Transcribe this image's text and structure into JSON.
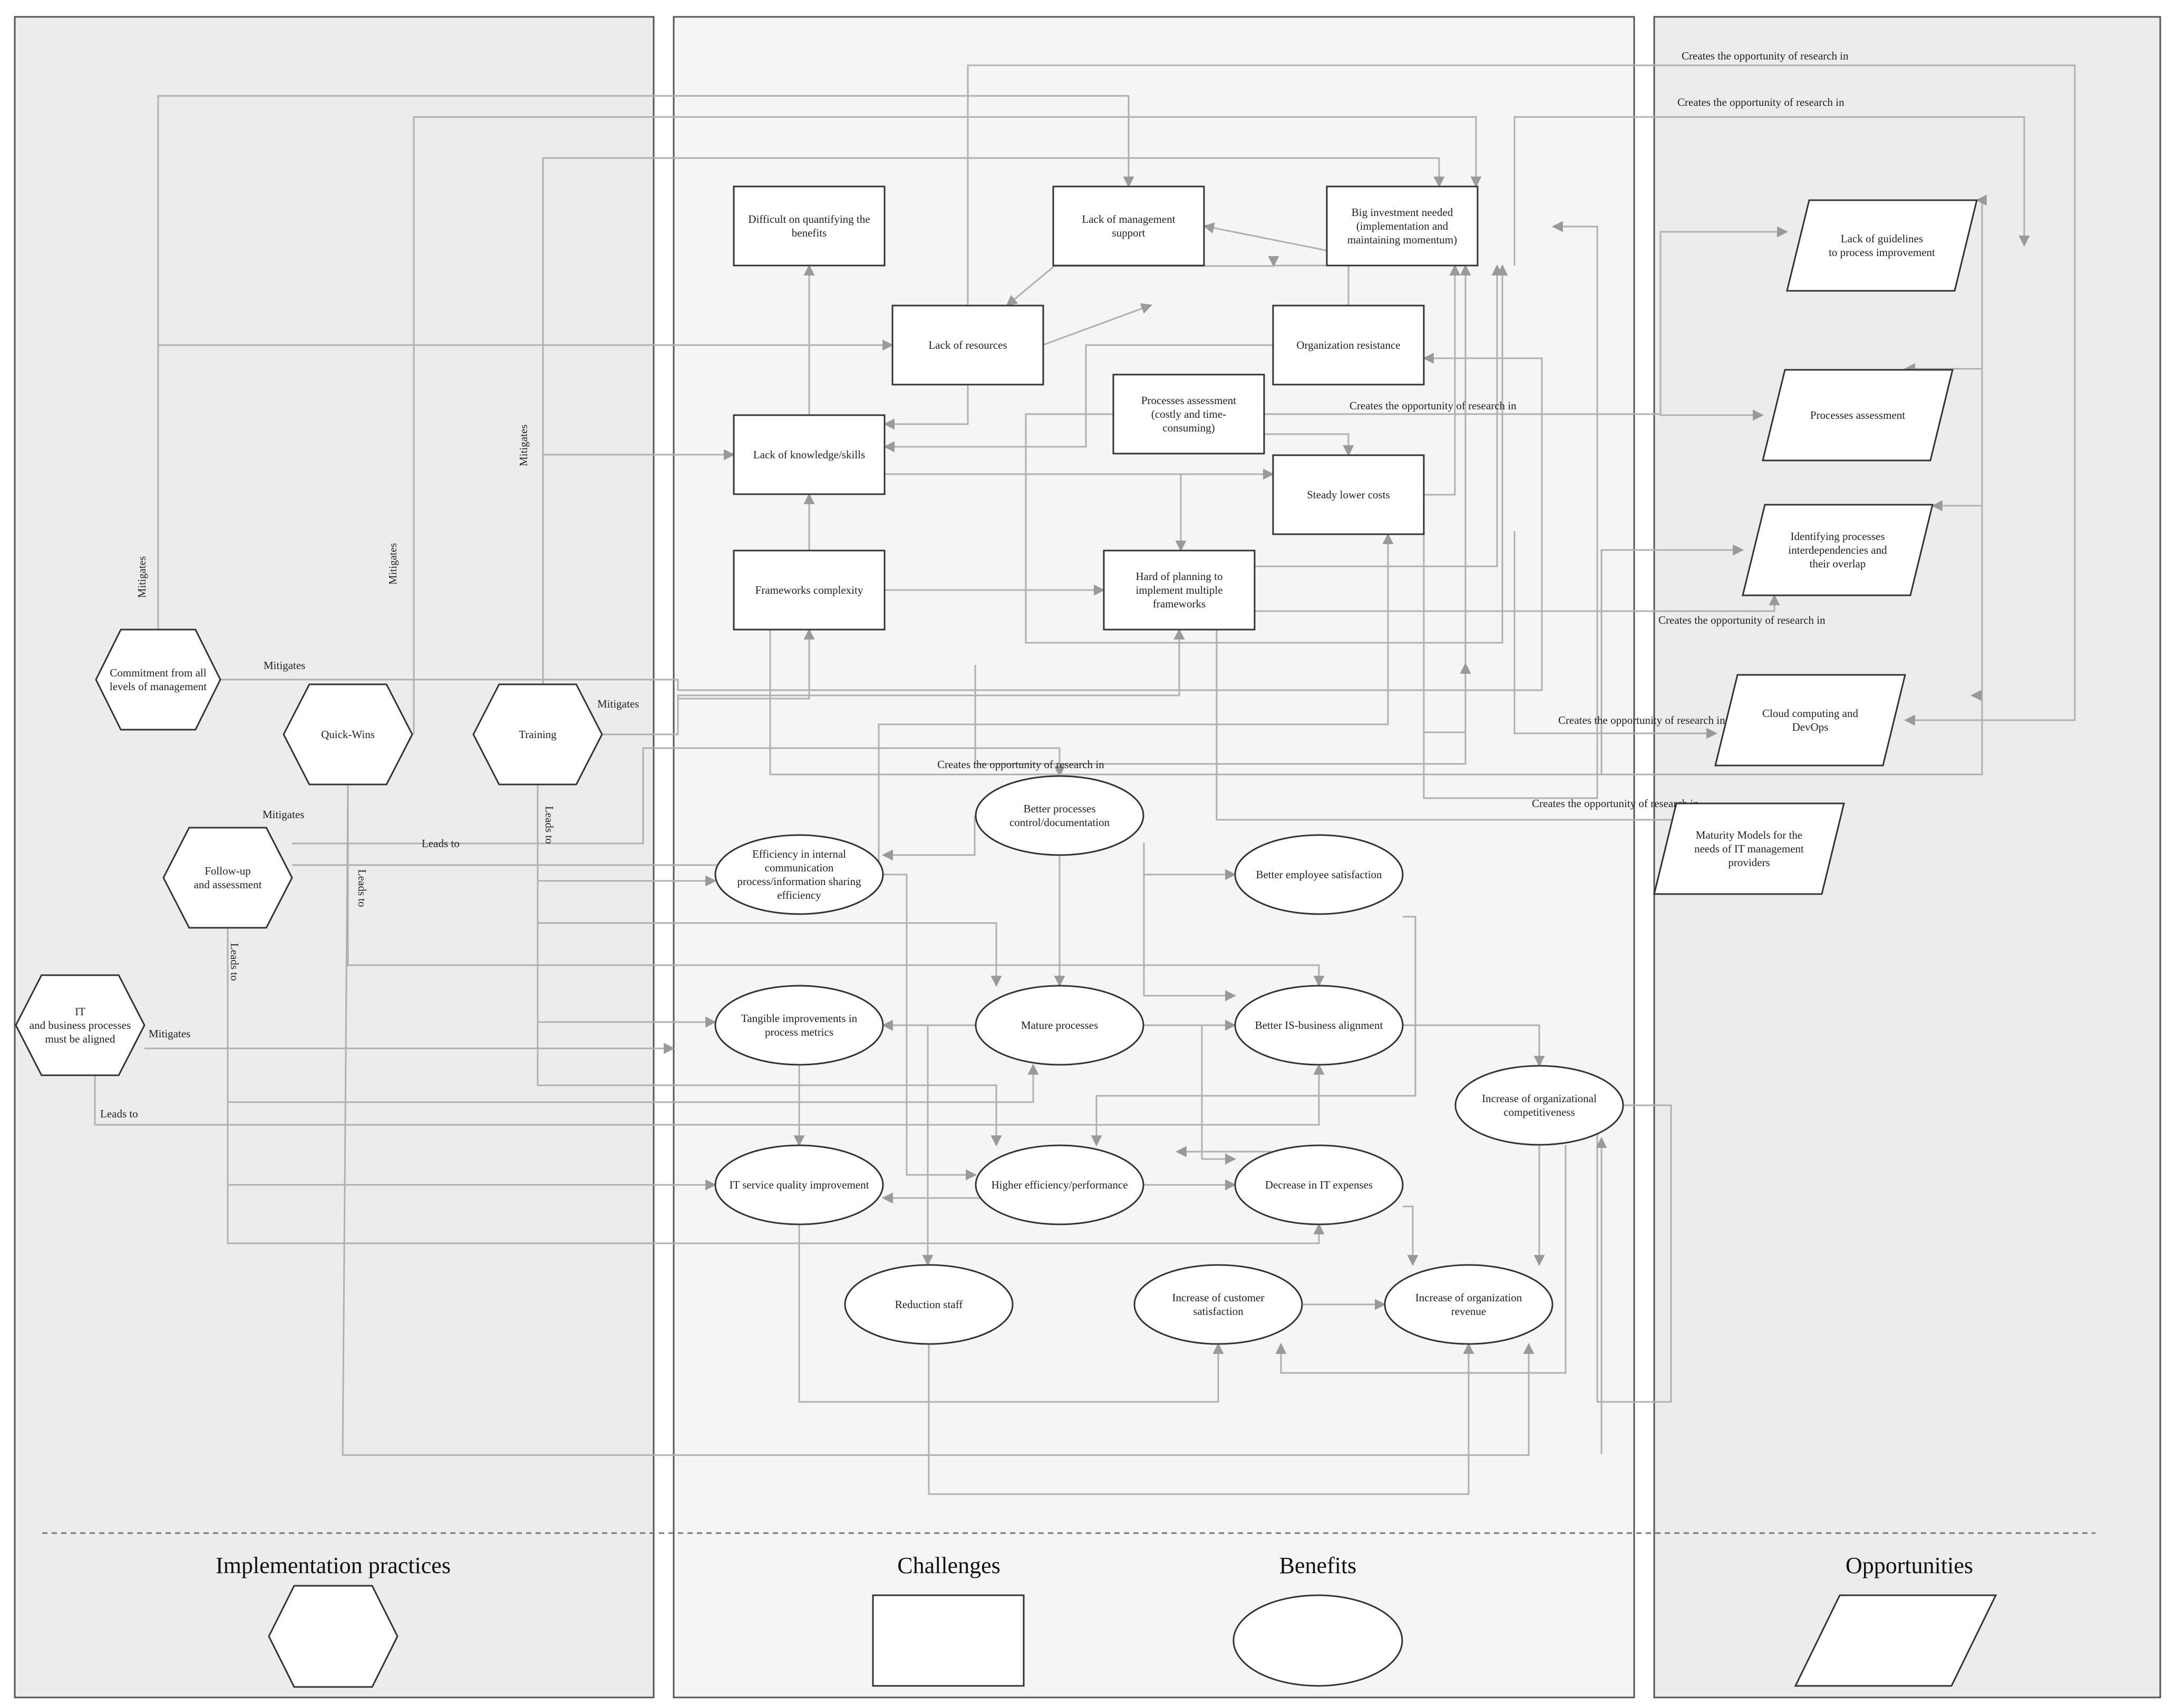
{
  "colors": {
    "panel_left": "#ececec",
    "panel_mid": "#f5f5f5",
    "panel_right": "#ececec",
    "edge": "#b0b0b0",
    "node_border": "#333333"
  },
  "legend": {
    "practices": "Implementation practices",
    "challenges": "Challenges",
    "benefits": "Benefits",
    "opportunities": "Opportunities"
  },
  "nodes": [
    {
      "id": "commitment",
      "type": "hexagon",
      "lines": [
        "Commitment from all",
        "levels of management"
      ]
    },
    {
      "id": "quickwins",
      "type": "hexagon",
      "lines": [
        "Quick-Wins"
      ]
    },
    {
      "id": "training",
      "type": "hexagon",
      "lines": [
        "Training"
      ]
    },
    {
      "id": "followup",
      "type": "hexagon",
      "lines": [
        "Follow-up",
        "and assessment"
      ]
    },
    {
      "id": "itbusiness",
      "type": "hexagon",
      "lines": [
        "IT",
        "and business processes",
        "must be aligned"
      ]
    },
    {
      "id": "difficult",
      "type": "rect",
      "lines": [
        "Difficult on quantifying the",
        "benefits"
      ]
    },
    {
      "id": "lackmgmt",
      "type": "rect",
      "lines": [
        "Lack of management",
        "support"
      ]
    },
    {
      "id": "biginvest",
      "type": "rect",
      "lines": [
        "Big investment needed",
        "(implementation and",
        "maintaining momentum)"
      ]
    },
    {
      "id": "lackres",
      "type": "rect",
      "lines": [
        "Lack of resources"
      ]
    },
    {
      "id": "orgres",
      "type": "rect",
      "lines": [
        "Organization resistance"
      ]
    },
    {
      "id": "procassess",
      "type": "rect",
      "lines": [
        "Processes assessment",
        "(costly and time-",
        "consuming)"
      ]
    },
    {
      "id": "lackknow",
      "type": "rect",
      "lines": [
        "Lack of knowledge/skills"
      ]
    },
    {
      "id": "steady",
      "type": "rect",
      "lines": [
        "Steady lower costs"
      ]
    },
    {
      "id": "frameworks",
      "type": "rect",
      "lines": [
        "Frameworks complexity"
      ]
    },
    {
      "id": "hardplan",
      "type": "rect",
      "lines": [
        "Hard of planning to",
        "implement multiple",
        "frameworks"
      ]
    },
    {
      "id": "betterproc",
      "type": "ellipse",
      "lines": [
        "Better processes",
        "control/documentation"
      ]
    },
    {
      "id": "efficiency",
      "type": "ellipse",
      "lines": [
        "Efficiency in internal",
        "communication",
        "process/information sharing",
        "efficiency"
      ]
    },
    {
      "id": "employee",
      "type": "ellipse",
      "lines": [
        "Better employee satisfaction"
      ]
    },
    {
      "id": "tangible",
      "type": "ellipse",
      "lines": [
        "Tangible improvements in",
        "process metrics"
      ]
    },
    {
      "id": "mature",
      "type": "ellipse",
      "lines": [
        "Mature processes"
      ]
    },
    {
      "id": "isalign",
      "type": "ellipse",
      "lines": [
        "Better IS-business alignment"
      ]
    },
    {
      "id": "competitive",
      "type": "ellipse",
      "lines": [
        "Increase of organizational",
        "competitiveness"
      ]
    },
    {
      "id": "itquality",
      "type": "ellipse",
      "lines": [
        "IT service quality improvement"
      ]
    },
    {
      "id": "higheff",
      "type": "ellipse",
      "lines": [
        "Higher efficiency/performance"
      ]
    },
    {
      "id": "decreaseit",
      "type": "ellipse",
      "lines": [
        "Decrease in IT expenses"
      ]
    },
    {
      "id": "reduction",
      "type": "ellipse",
      "lines": [
        "Reduction staff"
      ]
    },
    {
      "id": "custsat",
      "type": "ellipse",
      "lines": [
        "Increase of customer",
        "satisfaction"
      ]
    },
    {
      "id": "revenue",
      "type": "ellipse",
      "lines": [
        "Increase of organization",
        "revenue"
      ]
    },
    {
      "id": "guidelines",
      "type": "parallelogram",
      "lines": [
        "Lack of guidelines",
        "to process improvement"
      ]
    },
    {
      "id": "opassess",
      "type": "parallelogram",
      "lines": [
        "Processes assessment"
      ]
    },
    {
      "id": "identifying",
      "type": "parallelogram",
      "lines": [
        "Identifying processes",
        "interdependencies and",
        "their overlap"
      ]
    },
    {
      "id": "cloud",
      "type": "parallelogram",
      "lines": [
        "Cloud computing and",
        "DevOps"
      ]
    },
    {
      "id": "maturity",
      "type": "parallelogram",
      "lines": [
        "Maturity Models for the",
        "needs of IT management",
        "providers"
      ]
    }
  ],
  "edge_labels": [
    {
      "id": "cr1",
      "text": "Creates the opportunity of research in"
    },
    {
      "id": "cr2",
      "text": "Creates the opportunity of research in"
    },
    {
      "id": "cr3",
      "text": "Creates the opportunity of research in"
    },
    {
      "id": "cr4",
      "text": "Creates the opportunity of research in"
    },
    {
      "id": "cr5",
      "text": "Creates the opportunity of research in"
    },
    {
      "id": "cr6",
      "text": "Creates the opportunity of research in"
    },
    {
      "id": "cr7",
      "text": "Creates the opportunity of research in"
    },
    {
      "id": "m1",
      "text": "Mitigates"
    },
    {
      "id": "m2",
      "text": "Mitigates"
    },
    {
      "id": "m3",
      "text": "Mitigates"
    },
    {
      "id": "m4",
      "text": "Mitigates"
    },
    {
      "id": "m5",
      "text": "Mitigates"
    },
    {
      "id": "m6",
      "text": "Mitigates"
    },
    {
      "id": "m7",
      "text": "Mitigates"
    },
    {
      "id": "l1",
      "text": "Leads to"
    },
    {
      "id": "l2",
      "text": "Leads to"
    },
    {
      "id": "l3",
      "text": "Leads to"
    },
    {
      "id": "l4",
      "text": "Leads to"
    },
    {
      "id": "l5",
      "text": "Leads to"
    }
  ]
}
